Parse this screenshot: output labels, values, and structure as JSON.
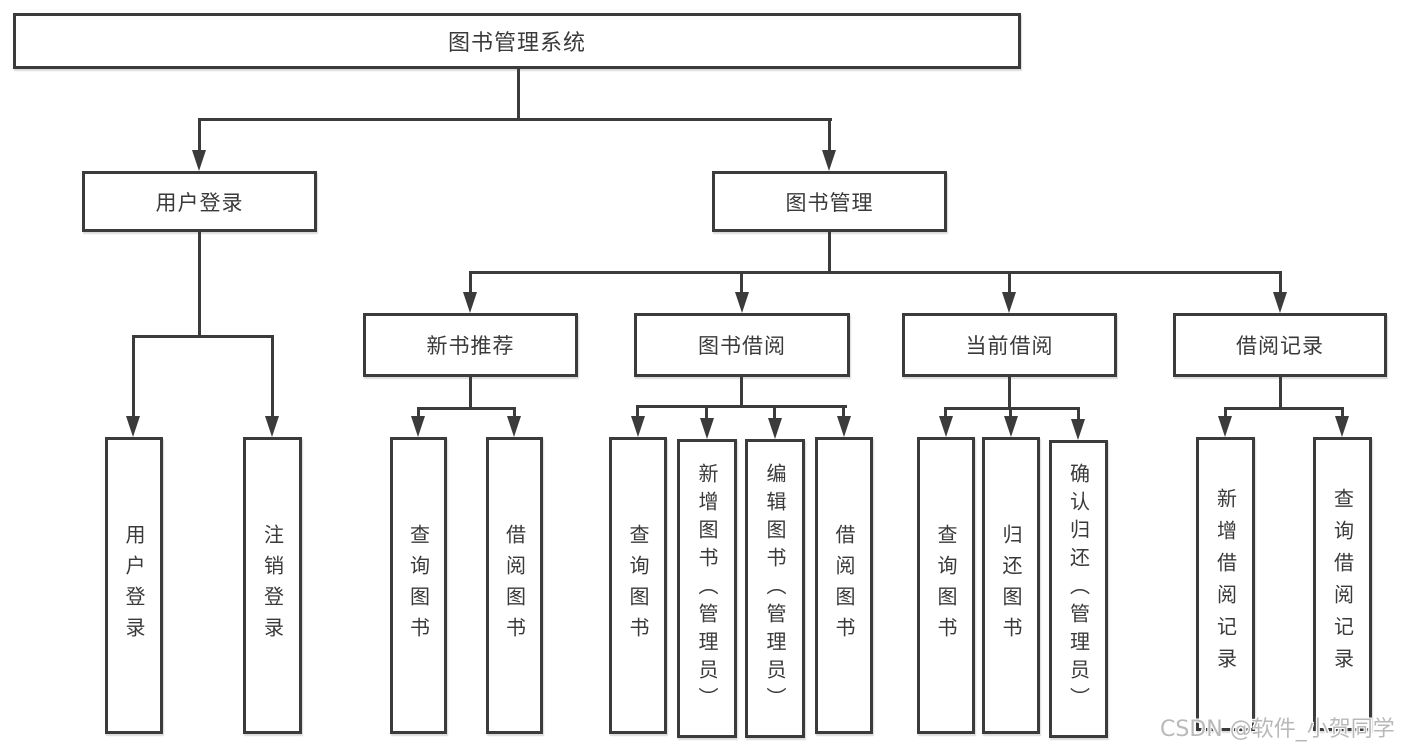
{
  "tree": {
    "label": "图书管理系统",
    "children": [
      {
        "label": "用户登录",
        "children": [
          {
            "label": "用户登录"
          },
          {
            "label": "注销登录"
          }
        ]
      },
      {
        "label": "图书管理",
        "children": [
          {
            "label": "新书推荐",
            "children": [
              {
                "label": "查询图书"
              },
              {
                "label": "借阅图书"
              }
            ]
          },
          {
            "label": "图书借阅",
            "children": [
              {
                "label": "查询图书"
              },
              {
                "label": "新增图书（管理员）"
              },
              {
                "label": "编辑图书（管理员）"
              },
              {
                "label": "借阅图书"
              }
            ]
          },
          {
            "label": "当前借阅",
            "children": [
              {
                "label": "查询图书"
              },
              {
                "label": "归还图书"
              },
              {
                "label": "确认归还（管理员）"
              }
            ]
          },
          {
            "label": "借阅记录",
            "children": [
              {
                "label": "新增借阅记录"
              },
              {
                "label": "查询借阅记录"
              }
            ]
          }
        ]
      }
    ]
  },
  "watermark": {
    "text": "CSDN @软件_小贺同学"
  },
  "colors": {
    "line": "#3b3b3b",
    "text": "#3a3a3a",
    "box_background": "#ffffff",
    "page_background": "#ffffff",
    "watermark": "#b9b9b9"
  }
}
